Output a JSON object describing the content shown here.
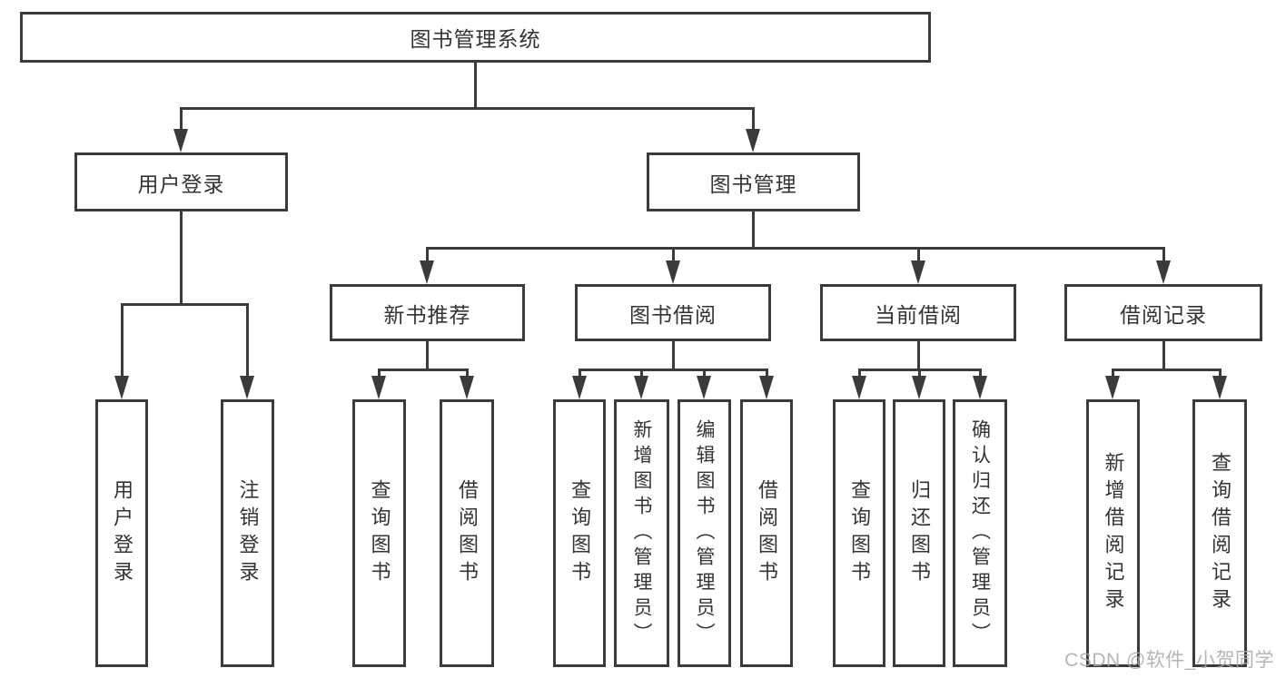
{
  "tree": {
    "root": {
      "label": "图书管理系统"
    },
    "branches": [
      {
        "label": "用户登录",
        "children": [
          {
            "label": "用户登录"
          },
          {
            "label": "注销登录"
          }
        ]
      },
      {
        "label": "图书管理",
        "children": [
          {
            "label": "新书推荐",
            "children": [
              {
                "label": "查询图书"
              },
              {
                "label": "借阅图书"
              }
            ]
          },
          {
            "label": "图书借阅",
            "children": [
              {
                "label": "查询图书"
              },
              {
                "label": "新增图书（管理员）"
              },
              {
                "label": "编辑图书（管理员）"
              },
              {
                "label": "借阅图书"
              }
            ]
          },
          {
            "label": "当前借阅",
            "children": [
              {
                "label": "查询图书"
              },
              {
                "label": "归还图书"
              },
              {
                "label": "确认归还（管理员）"
              }
            ]
          },
          {
            "label": "借阅记录",
            "children": [
              {
                "label": "新增借阅记录"
              },
              {
                "label": "查询借阅记录"
              }
            ]
          }
        ]
      }
    ]
  },
  "watermark": "CSDN @软件_小贺同学",
  "colors": {
    "line": "#3b3b3b",
    "text": "#333333",
    "watermark": "#a9a9a9"
  }
}
